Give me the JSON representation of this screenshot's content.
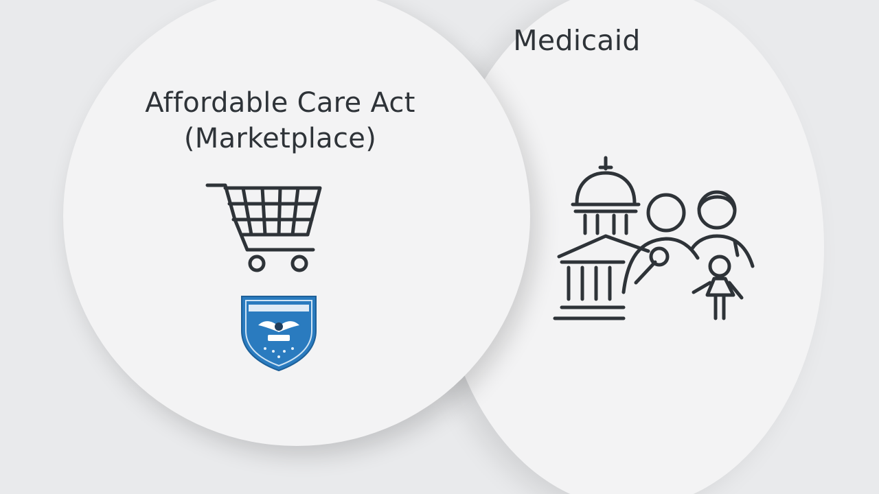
{
  "marketplace": {
    "title_line1": "Affordable Care Act",
    "title_line2": "(Marketplace)",
    "icons": [
      "shopping-cart-icon",
      "shield-seal-icon"
    ],
    "seal_color": "#2a7bbf"
  },
  "medicaid": {
    "title": "Medicaid",
    "icons": [
      "capitol-building-icon",
      "family-icon"
    ]
  },
  "colors": {
    "background": "#e9eaec",
    "circle": "#f3f3f4",
    "text": "#2e3338",
    "icon_stroke": "#2e3338"
  }
}
